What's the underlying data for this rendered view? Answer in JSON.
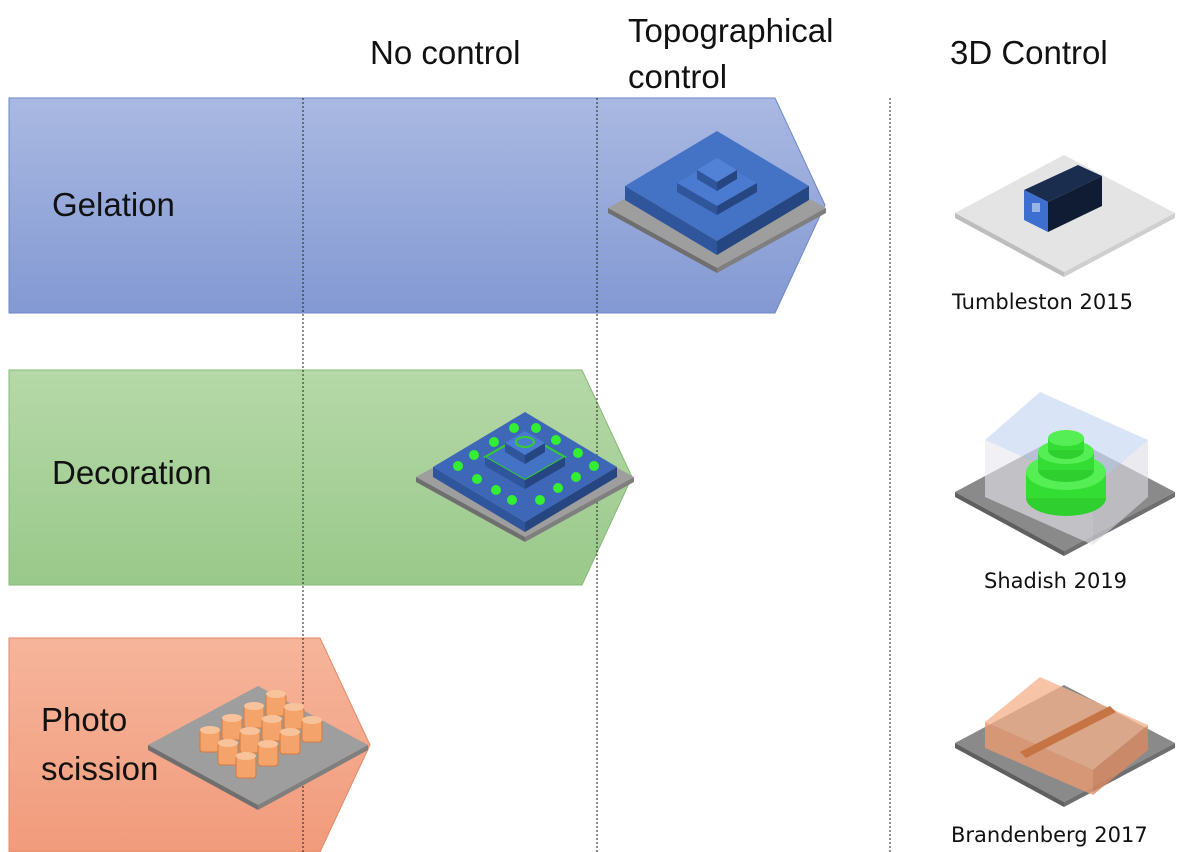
{
  "columns": {
    "no_control": "No control",
    "topographical_line1": "Topographical",
    "topographical_line2": "control",
    "three_d": "3D Control"
  },
  "rows": {
    "gelation": "Gelation",
    "decoration": "Decoration",
    "photo_scission_line1": "Photo",
    "photo_scission_line2": "scission"
  },
  "references": {
    "tumbleston": "Tumbleston 2015",
    "shadish": "Shadish 2019",
    "brandenberg": "Brandenberg 2017"
  },
  "colors": {
    "gelation": "#8ea3d8",
    "decoration": "#a8d199",
    "photo_scission": "#f4a98a",
    "blue_block": "#4472c4",
    "green_block": "#33cc33",
    "orange_block": "#f4a36b",
    "base_plate": "#a6a6a6"
  }
}
